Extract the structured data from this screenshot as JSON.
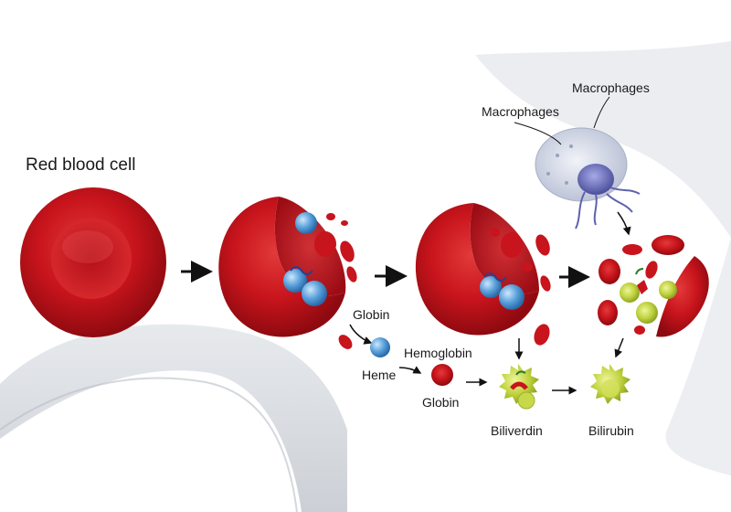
{
  "title": "Red blood cell",
  "labels": {
    "macrophages_top": "Macrophages",
    "macrophages_left": "Macrophages",
    "globin_1": "Globin",
    "hemoglobin": "Hemoglobin",
    "heme": "Heme",
    "globin_2": "Globin",
    "biliverdin": "Biliverdin",
    "bilirubin": "Bilirubin"
  },
  "colors": {
    "rbc": "#c8141c",
    "rbc_dark": "#8e0a10",
    "rbc_light": "#e43a3a",
    "hemoglobin_blue": "#4f9bd8",
    "macrophage": "#c9cfe0",
    "macrophage_nucleus": "#6a6fb8",
    "bile_yellow": "#b9cf3a",
    "vessel_gray": "#d2d6dc"
  },
  "icons": [
    "arrow-right-icon",
    "arrow-down-icon"
  ]
}
